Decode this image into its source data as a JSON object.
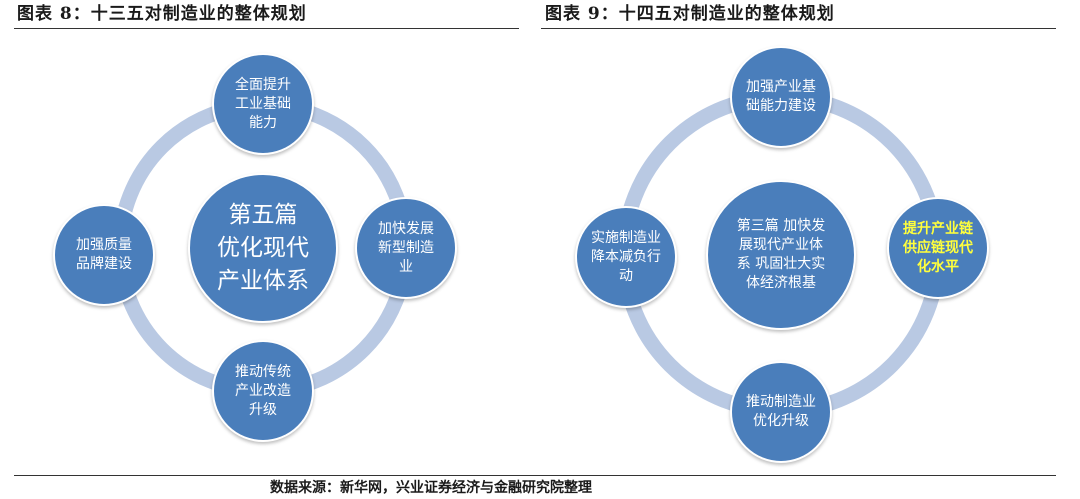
{
  "left_figure": {
    "title": "图表 8：十三五对制造业的整体规划",
    "center": "第五篇\n优化现代\n产业体系",
    "nodes": {
      "top": "全面提升\n工业基础\n能力",
      "right": "加快发展\n新型制造\n业",
      "bottom": "推动传统\n产业改造\n升级",
      "left": "加强质量\n品牌建设"
    }
  },
  "right_figure": {
    "title": "图表 9：十四五对制造业的整体规划",
    "center": "第三篇 加快发\n展现代产业体\n系 巩固壮大实\n体经济根基",
    "nodes": {
      "top": "加强产业基\n础能力建设",
      "right": "提升产业链\n供应链现代\n化水平",
      "bottom": "推动制造业\n优化升级",
      "left": "实施制造业\n降本减负行\n动"
    }
  },
  "source": "数据来源：新华网，兴业证券经济与金融研究院整理",
  "colors": {
    "node_fill": "#4a7ebb",
    "ring": "#b9c9e3",
    "highlight_text": "#ffff3c"
  }
}
